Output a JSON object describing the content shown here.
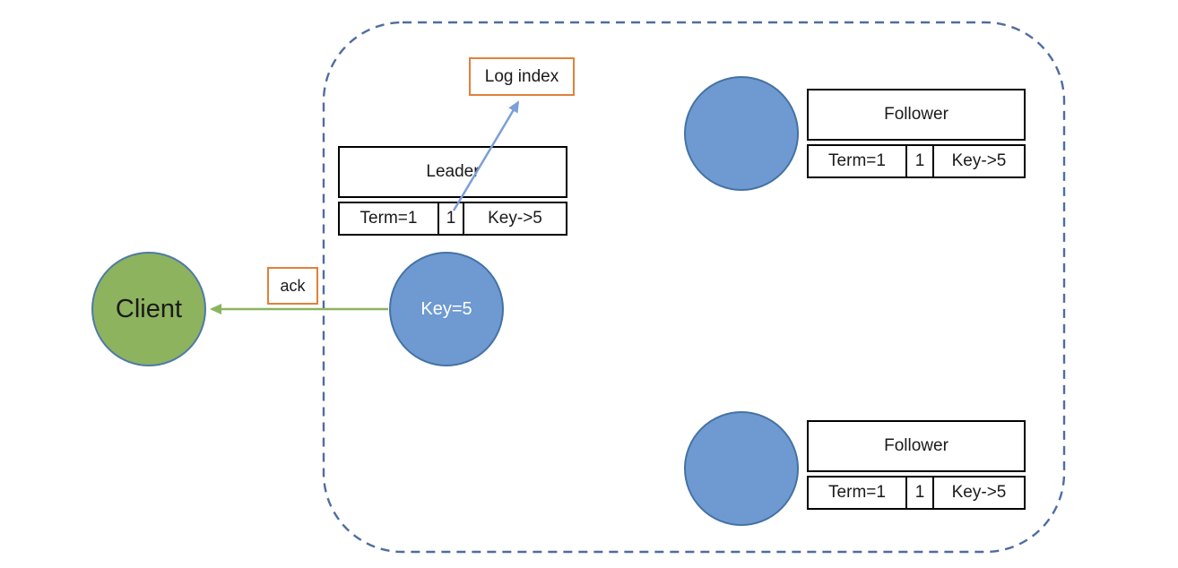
{
  "colors": {
    "boundary": "#4f6d9e",
    "client_fill": "#8db35e",
    "client_border": "#4e79a9",
    "node_fill": "#6e9ad1",
    "node_border": "#4472a4",
    "ack_arrow": "#8cb45f",
    "log_arrow": "#7c9ed9",
    "label_box_border": "#e0813c",
    "table_border": "#000000",
    "text": "#1a1a1a"
  },
  "client": {
    "label": "Client"
  },
  "entry_node": {
    "label": "Key=5"
  },
  "ack_label": {
    "text": "ack"
  },
  "log_index_label": {
    "text": "Log index"
  },
  "leader": {
    "title": "Leader",
    "cells": [
      "Term=1",
      "1",
      "Key->5"
    ]
  },
  "followers": [
    {
      "title": "Follower",
      "cells": [
        "Term=1",
        "1",
        "Key->5"
      ]
    },
    {
      "title": "Follower",
      "cells": [
        "Term=1",
        "1",
        "Key->5"
      ]
    }
  ]
}
